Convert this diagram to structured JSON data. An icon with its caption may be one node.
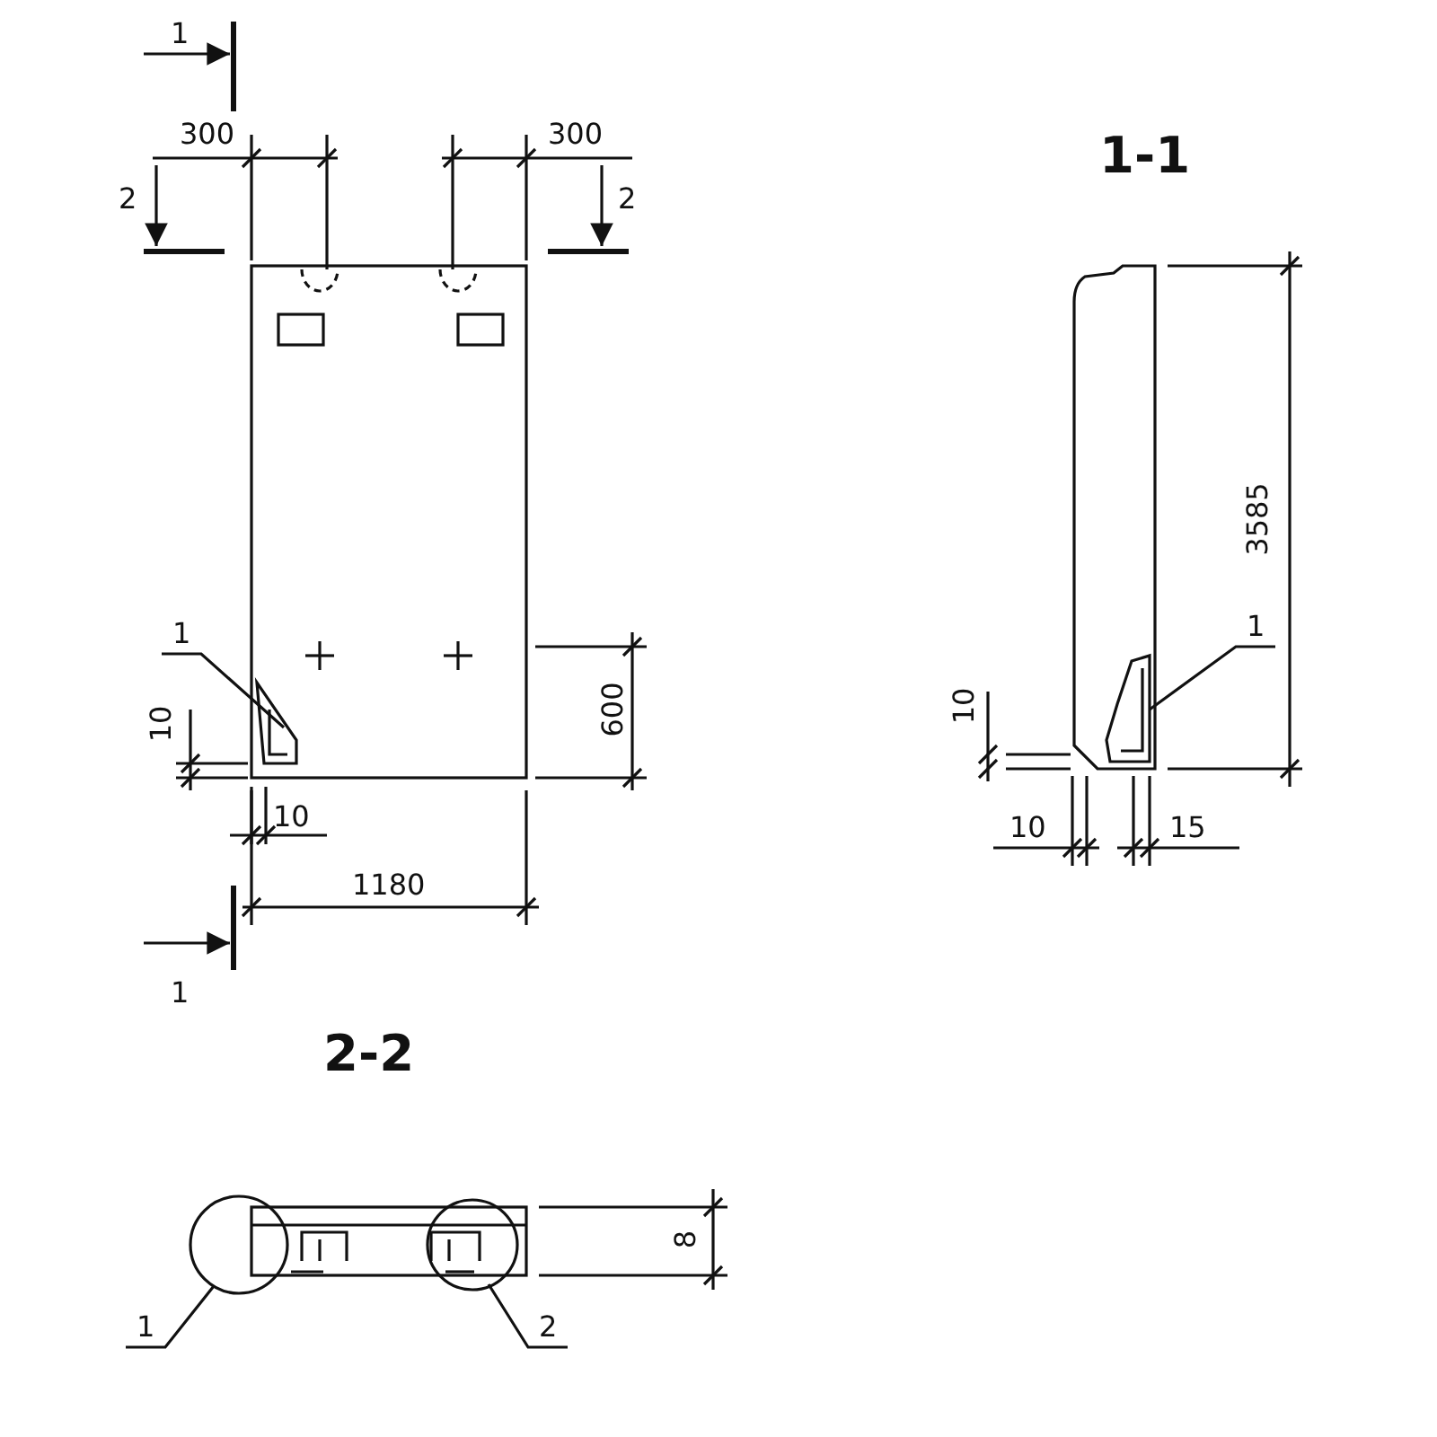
{
  "diagram": {
    "nodes": [
      {
        "text": [
          "1"
        ]
      },
      {
        "text": [],
        "shape": "picture"
      },
      {
        "text": [
          "1"
        ]
      },
      {
        "text": [],
        "shape": "picture"
      },
      {
        "text": [],
        "shape": "circle"
      },
      {
        "text": [],
        "shape": "circle"
      },
      {
        "text": [
          "1"
        ]
      },
      {
        "text": [
          "2"
        ]
      }
    ],
    "edges": [
      {
        "from": 0,
        "to": 1,
        "arrow": "none"
      },
      {
        "from": 2,
        "to": 3,
        "arrow": "none"
      },
      {
        "from": 6,
        "to": 4,
        "arrow": "none"
      },
      {
        "from": 7,
        "to": 5,
        "arrow": "none"
      }
    ],
    "labels": [
      "1",
      "300",
      "300",
      "2",
      "2",
      "1-1",
      "3585",
      "10",
      "600",
      "10",
      "10",
      "10",
      "15",
      "1180",
      "1",
      "2-2",
      "8"
    ]
  }
}
